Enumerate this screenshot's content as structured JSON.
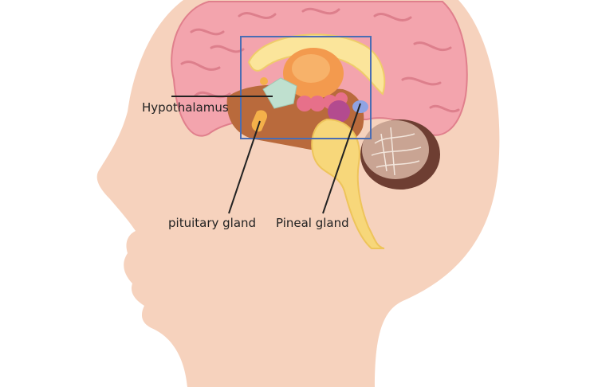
{
  "labels": {
    "hypothalamus": "Hypothalamus",
    "pituitary": "pituitary gland",
    "pineal": "Pineal gland"
  },
  "colors": {
    "skin": "#f6d2bd",
    "cortex": "#f3a4ad",
    "highlight_box": "#4a6db4",
    "hypothalamus": "#bfe0cf",
    "thalamus": "#f39a4e",
    "cerebellum": "#c9a493",
    "brainstem": "#f7d77a",
    "leader_line": "#222222"
  }
}
